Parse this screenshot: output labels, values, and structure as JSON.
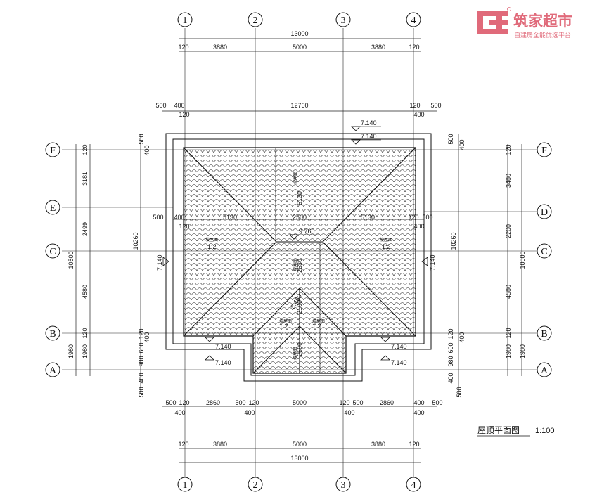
{
  "logo": {
    "name": "筑家超市",
    "slogan": "自建房全能优选平台",
    "color": "#e06a7a"
  },
  "drawing_title": "屋顶平面图",
  "scale": "1:100",
  "axes": {
    "columns": [
      "1",
      "2",
      "3",
      "4"
    ],
    "rows_left": [
      "F",
      "E",
      "C",
      "B",
      "A"
    ],
    "rows_right": [
      "F",
      "D",
      "C",
      "B",
      "A"
    ]
  },
  "top_dims": {
    "overall": "13000",
    "bay_row": [
      "120",
      "3880",
      "5000",
      "3880",
      "120"
    ],
    "eave_overall": "12760",
    "eave_left": [
      "500",
      "400",
      "120"
    ],
    "eave_right": [
      "120",
      "400",
      "500"
    ]
  },
  "bottom_dims": {
    "overall": "13000",
    "bay_row": [
      "120",
      "3880",
      "5000",
      "3880",
      "120"
    ],
    "upper_row": [
      "500",
      "120",
      "2860",
      "500",
      "120",
      "5000",
      "120",
      "500",
      "2860",
      "400",
      "500"
    ],
    "upper_sub": [
      "400",
      "400",
      "400",
      "400"
    ]
  },
  "left_dims": {
    "overall": "10500",
    "bays": [
      "3181",
      "2499",
      "4580"
    ],
    "bottom_bay": "1980",
    "mid": "10260",
    "small": [
      "120",
      "500",
      "400",
      "120",
      "400",
      "600",
      "980",
      "400",
      "500",
      "120",
      "1980"
    ]
  },
  "right_dims": {
    "overall": "10500",
    "bays": [
      "3480",
      "2200",
      "4580"
    ],
    "bottom_bay": "1980",
    "mid": "10260",
    "small": [
      "120",
      "500",
      "400",
      "120",
      "400",
      "600",
      "980",
      "400",
      "500",
      "120",
      "1980"
    ]
  },
  "roof": {
    "elev_top": "7.140",
    "elev_ridge": "9.765",
    "elev_wing": "8.460",
    "elev_eave": "7.140",
    "slope": "1:2",
    "slope_label": "坡屋面",
    "interior_dims": [
      "500",
      "400",
      "5130",
      "2500",
      "5130",
      "120",
      "500",
      "120",
      "400",
      "5130",
      "2630",
      "2100",
      "2500"
    ]
  }
}
